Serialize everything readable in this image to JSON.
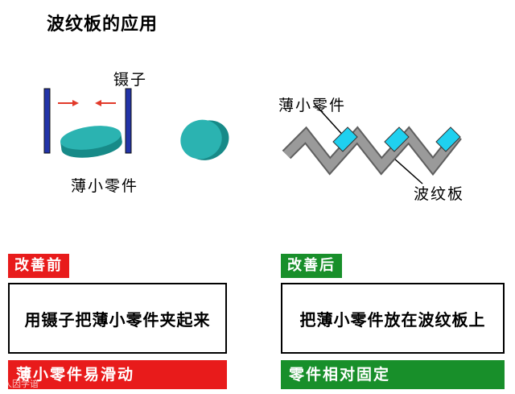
{
  "title": "波纹板的应用",
  "left_diagram": {
    "tweezers_label": "镊子",
    "part_label": "薄小零件"
  },
  "right_diagram": {
    "part_label": "薄小零件",
    "board_label": "波纹板"
  },
  "before": {
    "badge": "改善前",
    "description": "用镊子把薄小零件夹起来",
    "problem": "薄小零件易滑动"
  },
  "after": {
    "badge": "改善后",
    "description": "把薄小零件放在波纹板上",
    "result": "零件相对固定"
  },
  "watermark": "人因学谙",
  "colors": {
    "before_red": "#e81b1b",
    "after_green": "#188f2a",
    "part_teal": "#2bb3b1",
    "board_gray": "#8c8c8c",
    "pad_cyan": "#1fd0ef",
    "tweezer_blue": "#2233a8"
  }
}
